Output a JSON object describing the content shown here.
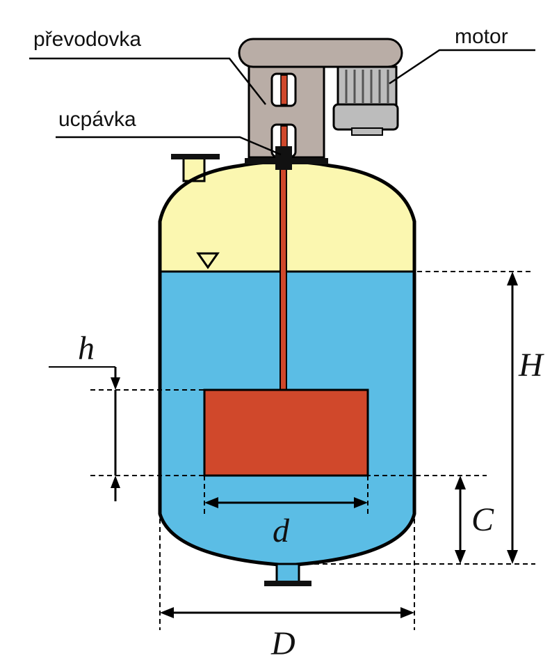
{
  "labels": {
    "gearbox": "převodovka",
    "motor": "motor",
    "seal": "ucpávka",
    "impeller_height": "h",
    "liquid_height": "H",
    "impeller_clearance": "C",
    "impeller_diameter": "d",
    "vessel_diameter": "D"
  },
  "colors": {
    "vapor": "#fbf7b0",
    "liquid": "#5bbde5",
    "impeller": "#d0482b",
    "gearbox": "#b9ada6",
    "motor": "#bcbcbc",
    "outline": "#000000"
  }
}
